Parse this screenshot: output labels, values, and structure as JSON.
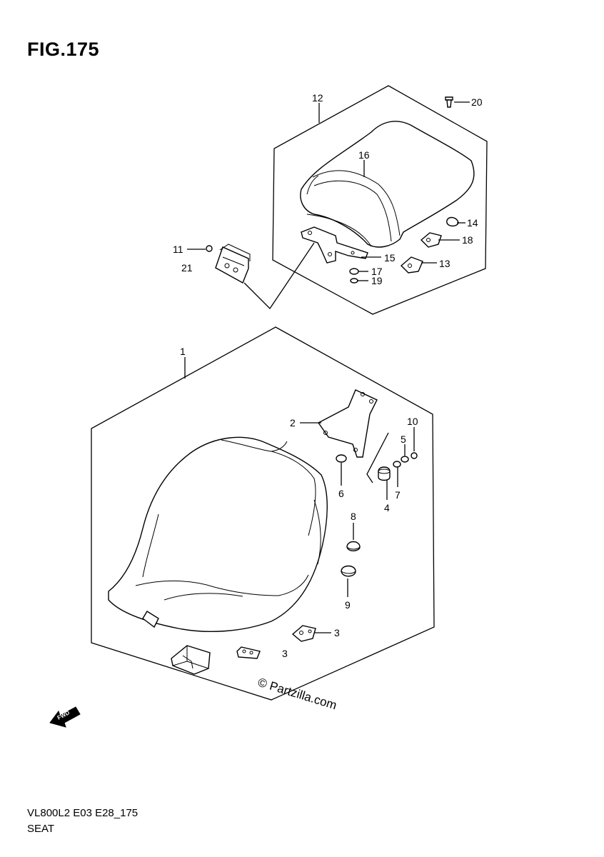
{
  "figure": {
    "title": "FIG.175",
    "footer_code": "VL800L2 E03 E28_175",
    "footer_name": "SEAT",
    "watermark": "© Partzilla.com",
    "fwd_arrow_label": "FWD"
  },
  "callouts": [
    {
      "id": "c12",
      "label": "12"
    },
    {
      "id": "c20",
      "label": "20"
    },
    {
      "id": "c16",
      "label": "16"
    },
    {
      "id": "c14",
      "label": "14"
    },
    {
      "id": "c18",
      "label": "18"
    },
    {
      "id": "c11",
      "label": "11"
    },
    {
      "id": "c21",
      "label": "21"
    },
    {
      "id": "c15",
      "label": "15"
    },
    {
      "id": "c17",
      "label": "17"
    },
    {
      "id": "c19",
      "label": "19"
    },
    {
      "id": "c13",
      "label": "13"
    },
    {
      "id": "c1",
      "label": "1"
    },
    {
      "id": "c2",
      "label": "2"
    },
    {
      "id": "c10",
      "label": "10"
    },
    {
      "id": "c5",
      "label": "5"
    },
    {
      "id": "c6",
      "label": "6"
    },
    {
      "id": "c7",
      "label": "7"
    },
    {
      "id": "c4",
      "label": "4"
    },
    {
      "id": "c8",
      "label": "8"
    },
    {
      "id": "c9",
      "label": "9"
    },
    {
      "id": "c3a",
      "label": "3"
    },
    {
      "id": "c3b",
      "label": "3"
    }
  ]
}
